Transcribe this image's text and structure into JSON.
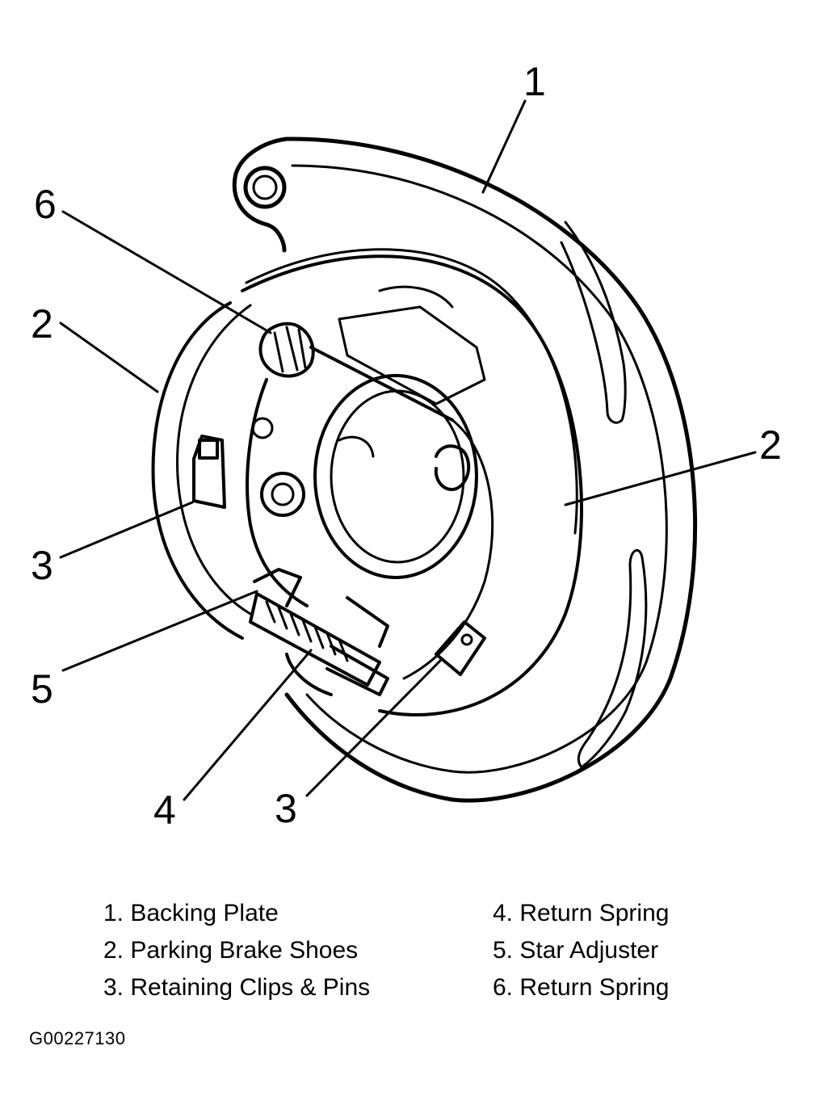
{
  "callouts": [
    {
      "id": "c1",
      "label": "1"
    },
    {
      "id": "c6",
      "label": "6"
    },
    {
      "id": "c2a",
      "label": "2"
    },
    {
      "id": "c2b",
      "label": "2"
    },
    {
      "id": "c3a",
      "label": "3"
    },
    {
      "id": "c5",
      "label": "5"
    },
    {
      "id": "c4",
      "label": "4"
    },
    {
      "id": "c3b",
      "label": "3"
    }
  ],
  "legend": {
    "left": [
      "1. Backing Plate",
      "2. Parking Brake Shoes",
      "3. Retaining Clips & Pins"
    ],
    "right": [
      "4. Return Spring",
      "5. Star Adjuster",
      "6. Return Spring"
    ]
  },
  "figure_id": "G00227130",
  "colors": {
    "line": "#000000",
    "background": "#ffffff"
  }
}
